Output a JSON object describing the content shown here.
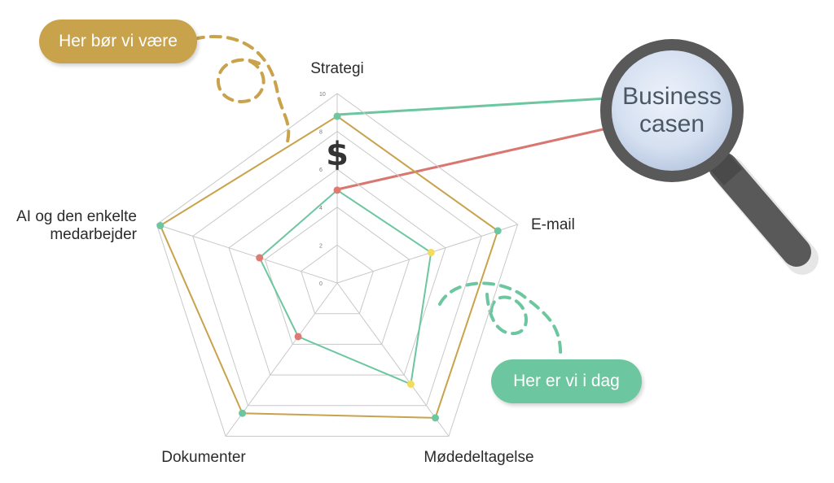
{
  "chart_data": {
    "type": "radar",
    "axes": [
      "Strategi",
      "E-mail",
      "Mødedeltagelse",
      "Dokumenter",
      "AI og den enkelte medarbejder"
    ],
    "ticks": [
      0,
      2,
      4,
      6,
      8,
      10
    ],
    "range": [
      0,
      10
    ],
    "series": [
      {
        "values": [
          8.8,
          8.9,
          8.8,
          8.5,
          9.8
        ]
      },
      {
        "values": [
          4.9,
          5.2,
          6.6,
          3.5,
          4.3
        ]
      }
    ],
    "point_colors_current": [
      "#e07b74",
      "#f2dc5d",
      "#f2dc5d",
      "#e07b74",
      "#e07b74"
    ],
    "colors": {
      "target": "#c9a24c",
      "current": "#6cc7a0",
      "grid": "#c8c8c8"
    }
  },
  "annotations": {
    "target_callout": "Her bør vi være",
    "current_callout": "Her er vi i dag",
    "magnifier_line1": "Business",
    "magnifier_line2": "casen",
    "dollar": "$"
  },
  "colors": {
    "gold": "#c9a24c",
    "green": "#6cc7a0",
    "red": "#d9766f",
    "magnifier_rim": "#595959"
  }
}
